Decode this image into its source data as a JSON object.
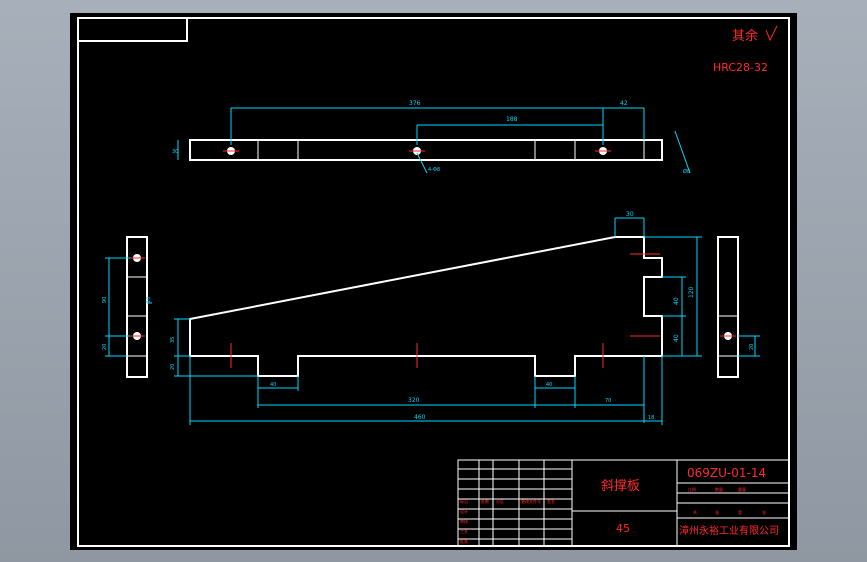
{
  "notes": {
    "surface": "其余",
    "hardness": "HRC28-32"
  },
  "dimensions": {
    "top_view": [
      "376",
      "42",
      "188",
      "4-Φ8",
      "30",
      "Ø8"
    ],
    "front_view": [
      "30",
      "40",
      "120",
      "40",
      "320",
      "40",
      "460",
      "70",
      "18",
      "35",
      "20"
    ],
    "side_views": [
      "90",
      "10",
      "20",
      "20"
    ]
  },
  "title_block": {
    "part_name": "斜撑板",
    "drawing_no": "069ZU-01-14",
    "material": "45",
    "company": "漳州永裕工业有限公司",
    "small_labels": [
      "比例",
      "数量",
      "重量",
      "共",
      "张",
      "第",
      "张",
      "标记",
      "处数",
      "分区",
      "更改文件号",
      "签名",
      "设计",
      "审核",
      "工艺",
      "批准"
    ]
  },
  "colors": {
    "sheet": "#000000",
    "geometry": "#ffffff",
    "dimension": "#00d9ff",
    "annotation": "#ff2a2a",
    "viewport": "#9aa3ad"
  }
}
